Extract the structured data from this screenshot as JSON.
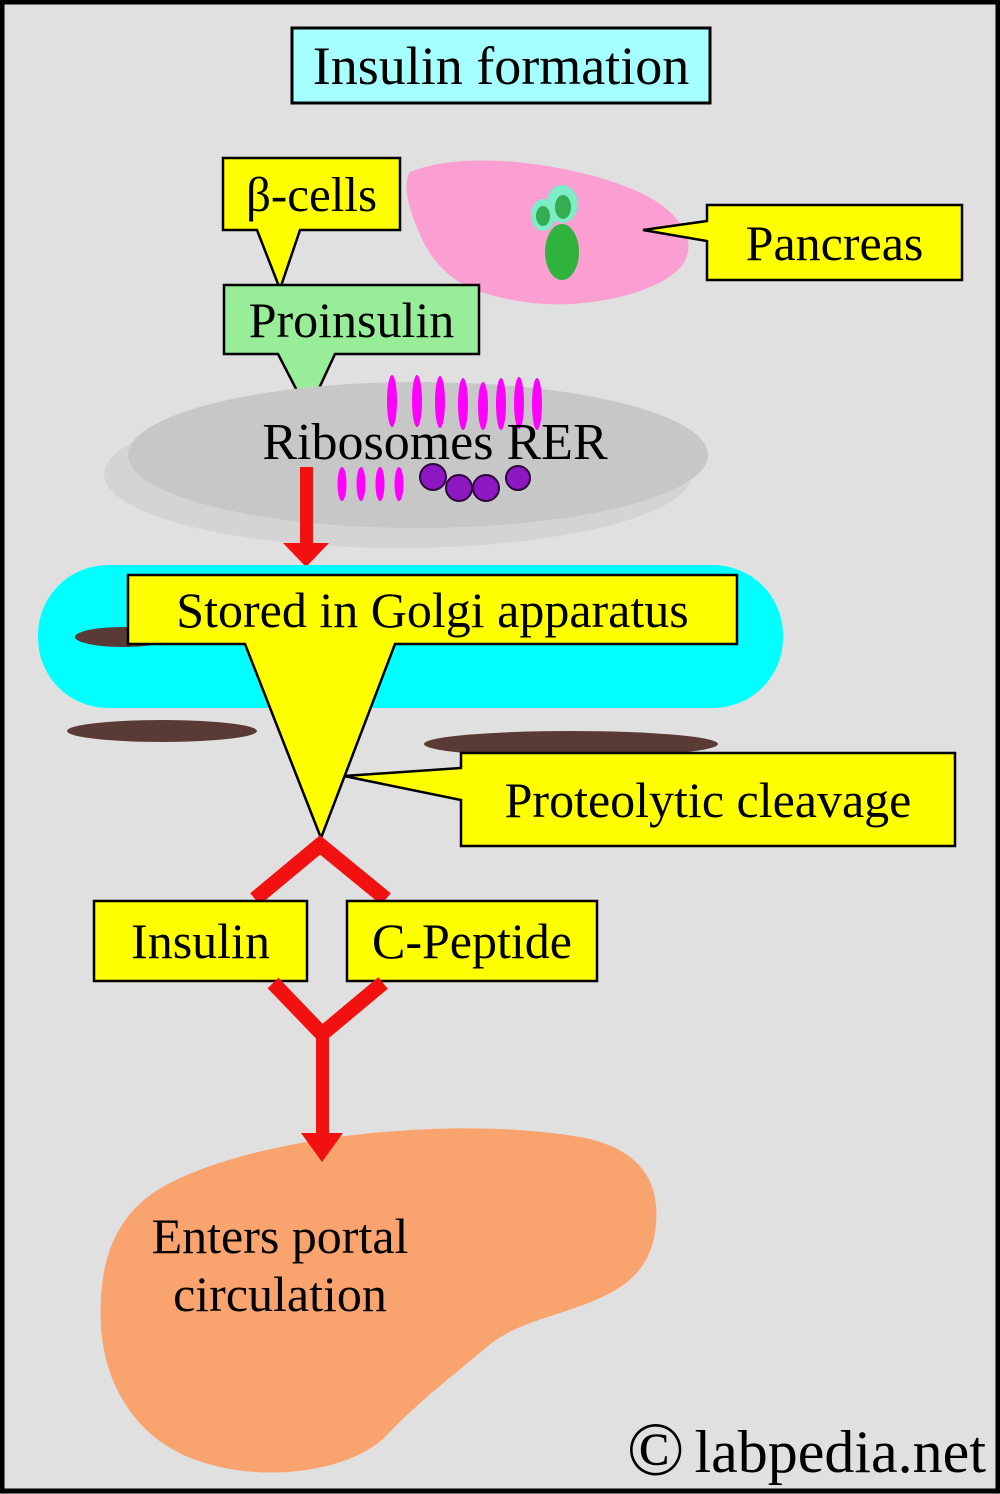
{
  "diagram": {
    "title": "Insulin formation",
    "labels": {
      "beta_cells": "β-cells",
      "pancreas": "Pancreas",
      "proinsulin": "Proinsulin",
      "ribosomes": "Ribosomes RER",
      "golgi": "Stored in Golgi apparatus",
      "proteolytic": "Proteolytic cleavage",
      "insulin": "Insulin",
      "c_peptide": "C-Peptide",
      "portal_line1": "Enters portal",
      "portal_line2": "circulation"
    },
    "copyright": {
      "symbol": "©",
      "text": "labpedia.net"
    },
    "colors": {
      "background": "#E0E0E0",
      "frame": "#000000",
      "title_box": "#A5FEFF",
      "callout_yellow": "#FFFF00",
      "proinsulin_green": "#98EE98",
      "pancreas_pink": "#FB9ED1",
      "islet_teal": "#7CEDC6",
      "islet_green": "#2FB33C",
      "ribosome_ellipse_gray": "#C7C7C7",
      "rer_magenta": "#FF00FF",
      "ribosome_purple": "#8E17C4",
      "arrow_red": "#F21111",
      "golgi_cyan": "#00FFFF",
      "golgi_cisternae_brown": "#5A3A34",
      "liver_orange": "#F9A36E",
      "text": "#000000"
    }
  }
}
